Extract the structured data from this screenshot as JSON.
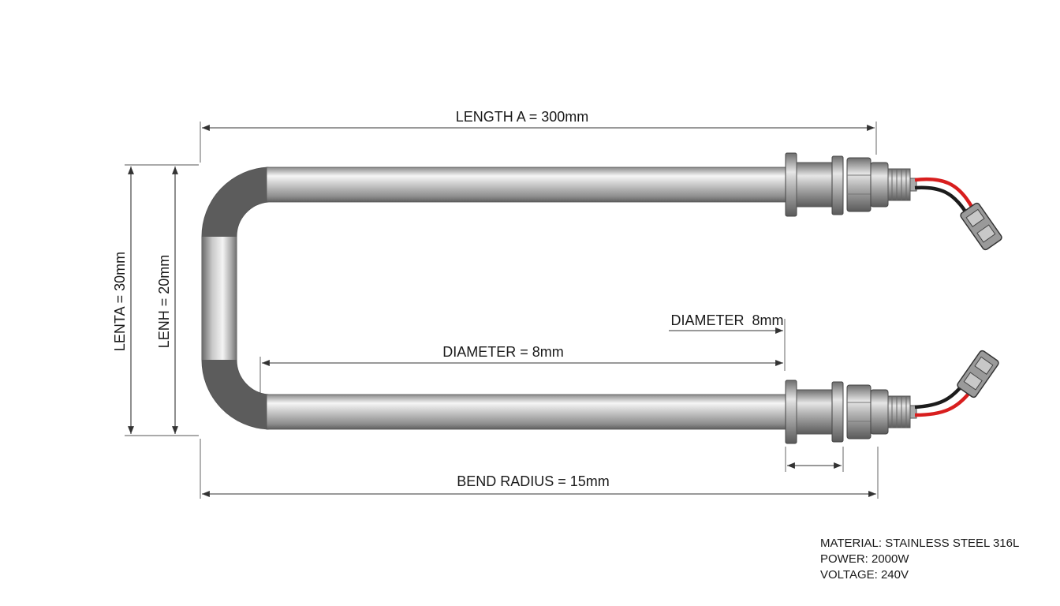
{
  "dimensions": {
    "length_a": "LENGTH A = 300mm",
    "lenta": "LENTA = 30mm",
    "lenh": "LENH = 20mm",
    "diameter_callout": "DIAMETER  8mm",
    "diameter_inner": "DIAMETER = 8mm",
    "bend_radius": "BEND RADIUS = 15mm"
  },
  "specs": {
    "material": "MATERIAL: STAINLESS STEEL 316L",
    "power": "POWER: 2000W",
    "voltage": "VOLTAGE: 240V"
  },
  "colors": {
    "tube_light": "#f4f4f4",
    "tube_mid": "#b8b8b8",
    "tube_dark": "#6e6e6e",
    "wire_red": "#d81e1e",
    "wire_black": "#1c1c1c",
    "dimension_line": "#333333"
  }
}
